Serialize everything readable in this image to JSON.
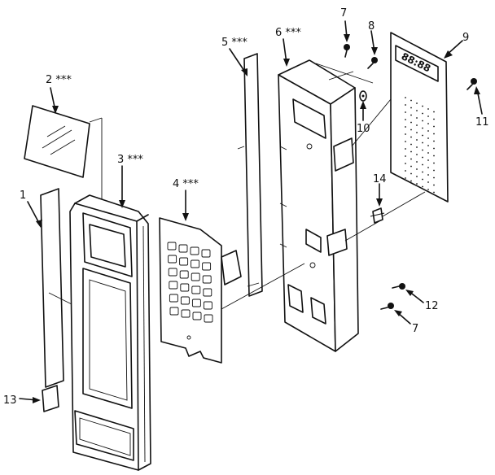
{
  "diagram": {
    "callouts": [
      {
        "id": "c1",
        "label": "1"
      },
      {
        "id": "c2",
        "label": "2 ***"
      },
      {
        "id": "c3",
        "label": "3 ***"
      },
      {
        "id": "c4",
        "label": "4 ***"
      },
      {
        "id": "c5",
        "label": "5 ***"
      },
      {
        "id": "c6",
        "label": "6 ***"
      },
      {
        "id": "c7a",
        "label": "7"
      },
      {
        "id": "c8",
        "label": "8"
      },
      {
        "id": "c9",
        "label": "9"
      },
      {
        "id": "c10",
        "label": "10"
      },
      {
        "id": "c11",
        "label": "11"
      },
      {
        "id": "c12",
        "label": "12"
      },
      {
        "id": "c7b",
        "label": "7"
      },
      {
        "id": "c13",
        "label": "13"
      },
      {
        "id": "c14",
        "label": "14"
      }
    ],
    "display_readout": "88:88"
  }
}
